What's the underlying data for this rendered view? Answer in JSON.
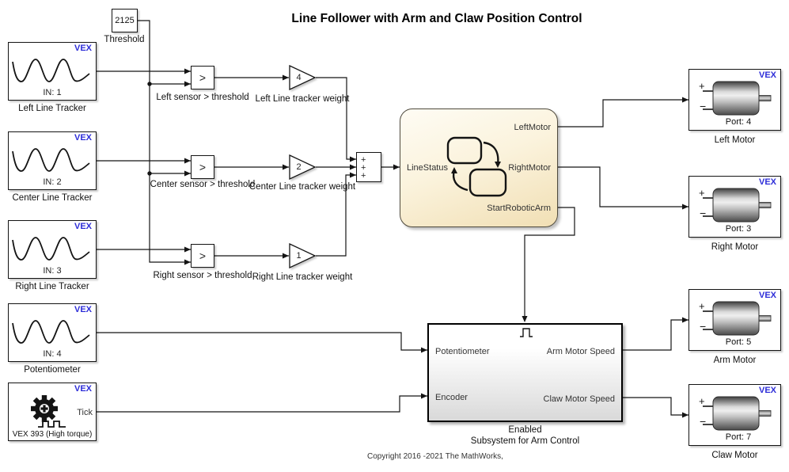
{
  "title": "Line Follower with Arm and Claw Position Control",
  "copyright": "Copyright 2016 -2021 The MathWorks,",
  "threshold": {
    "value": "2125",
    "label": "Threshold"
  },
  "sensors": [
    {
      "badge": "VEX",
      "input": "IN: 1",
      "label": "Left Line Tracker"
    },
    {
      "badge": "VEX",
      "input": "IN: 2",
      "label": "Center Line Tracker"
    },
    {
      "badge": "VEX",
      "input": "IN: 3",
      "label": "Right Line Tracker"
    },
    {
      "badge": "VEX",
      "input": "IN: 4",
      "label": "Potentiometer"
    }
  ],
  "motor_driver": {
    "badge": "VEX",
    "port": "Tick",
    "label": "VEX 393 (High torque)"
  },
  "comparators": [
    {
      "operator": ">",
      "label": "Left sensor > threshold"
    },
    {
      "operator": ">",
      "label": "Center sensor > threshold"
    },
    {
      "operator": ">",
      "label": "Right sensor > threshold"
    }
  ],
  "gains": [
    {
      "value": "4",
      "label": "Left Line tracker weight"
    },
    {
      "value": "2",
      "label": "Center Line tracker weight"
    },
    {
      "value": "1",
      "label": "Right Line tracker weight"
    }
  ],
  "sum": {
    "signs": [
      "+",
      "+",
      "+"
    ]
  },
  "chart": {
    "input_port": "LineStatus",
    "output_ports": [
      "LeftMotor",
      "RightMotor",
      "StartRoboticArm"
    ]
  },
  "subsystem": {
    "input_ports": [
      "Potentiometer",
      "Encoder"
    ],
    "output_ports": [
      "Arm Motor Speed",
      "Claw Motor Speed"
    ],
    "label_line1": "Enabled",
    "label_line2": "Subsystem for Arm Control"
  },
  "motors": [
    {
      "badge": "VEX",
      "port": "Port: 4",
      "label": "Left Motor"
    },
    {
      "badge": "VEX",
      "port": "Port: 3",
      "label": "Right Motor"
    },
    {
      "badge": "VEX",
      "port": "Port: 5",
      "label": "Arm Motor"
    },
    {
      "badge": "VEX",
      "port": "Port: 7",
      "label": "Claw Motor"
    }
  ],
  "terminals": {
    "plus": "+",
    "minus": "−"
  },
  "colors": {
    "vex_badge": "#2d2dd8",
    "chart_fill_top": "#fdf9ee",
    "chart_fill_bottom": "#f1dfb4",
    "wire": "#141414"
  }
}
